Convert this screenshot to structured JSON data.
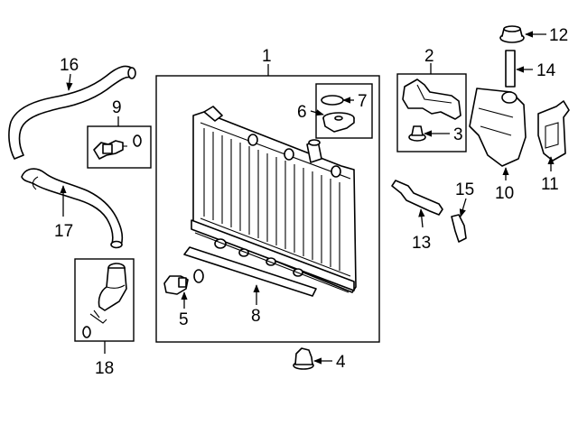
{
  "callouts": {
    "c1": "1",
    "c2": "2",
    "c3": "3",
    "c4": "4",
    "c5": "5",
    "c6": "6",
    "c7": "7",
    "c8": "8",
    "c9": "9",
    "c10": "10",
    "c11": "11",
    "c12": "12",
    "c13": "13",
    "c14": "14",
    "c15": "15",
    "c16": "16",
    "c17": "17",
    "c18": "18"
  },
  "colors": {
    "line": "#000000",
    "background": "#ffffff",
    "fill": "#ffffff"
  }
}
